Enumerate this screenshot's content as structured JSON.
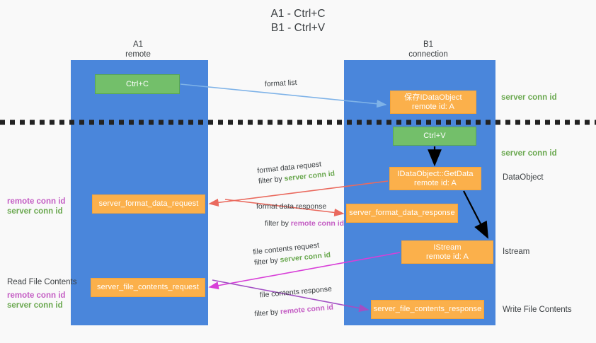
{
  "title": "A1 - Ctrl+C\nB1 - Ctrl+V",
  "columns": {
    "a1": "A1\nremote",
    "b1": "B1\nconnection"
  },
  "boxes": {
    "ctrl_c": "Ctrl+C",
    "ctrl_v": "Ctrl+V",
    "save_idataobject": "保存IDataObject\nremote id: A",
    "getdata": "IDataObject::GetData\nremote id: A",
    "istream": "IStream\nremote id: A",
    "server_format_data_request": "server_format_data_request",
    "server_format_data_response": "server_format_data_response",
    "server_file_contents_request": "server_file_contents_request",
    "server_file_contents_response": "server_file_contents_response"
  },
  "edge_labels": {
    "format_list": "format list",
    "format_data_request": "format data request",
    "format_data_request_filter_prefix": "filter by ",
    "format_data_request_filter_value": "server conn id",
    "format_data_response": "format data response",
    "format_data_response_filter_prefix": "filter by ",
    "format_data_response_filter_value": "remote conn id",
    "file_contents_request": "file contents request",
    "file_contents_request_filter_prefix": "filter by ",
    "file_contents_request_filter_value": "server conn id",
    "file_contents_response": "file contents response",
    "file_contents_response_filter_prefix": "filter by ",
    "file_contents_response_filter_value": "remote conn id"
  },
  "right_notes": {
    "server_conn_id_1": "server conn id",
    "server_conn_id_2": "server conn id",
    "dataobject": "DataObject",
    "istream": "Istream",
    "write_file_contents": "Write File Contents"
  },
  "left_notes": {
    "remote_conn_id_1": "remote conn id",
    "server_conn_id_1": "server conn id",
    "read_file_contents": "Read File Contents",
    "remote_conn_id_2": "remote conn id",
    "server_conn_id_2": "server conn id"
  },
  "colors": {
    "background": "#f9f9f9",
    "lane": "#4a86db",
    "green_box": "#73bf6a",
    "orange_box": "#fbb04b",
    "blue_arrow": "#7fb3e8",
    "red_arrow": "#ea6a5e",
    "magenta_arrow": "#d83fd8",
    "purple_arrow": "#a24fc4",
    "black_arrow": "#000000",
    "green_text": "#6aa84f",
    "magenta_text": "#c45ec4",
    "dashed_line": "#222222"
  }
}
